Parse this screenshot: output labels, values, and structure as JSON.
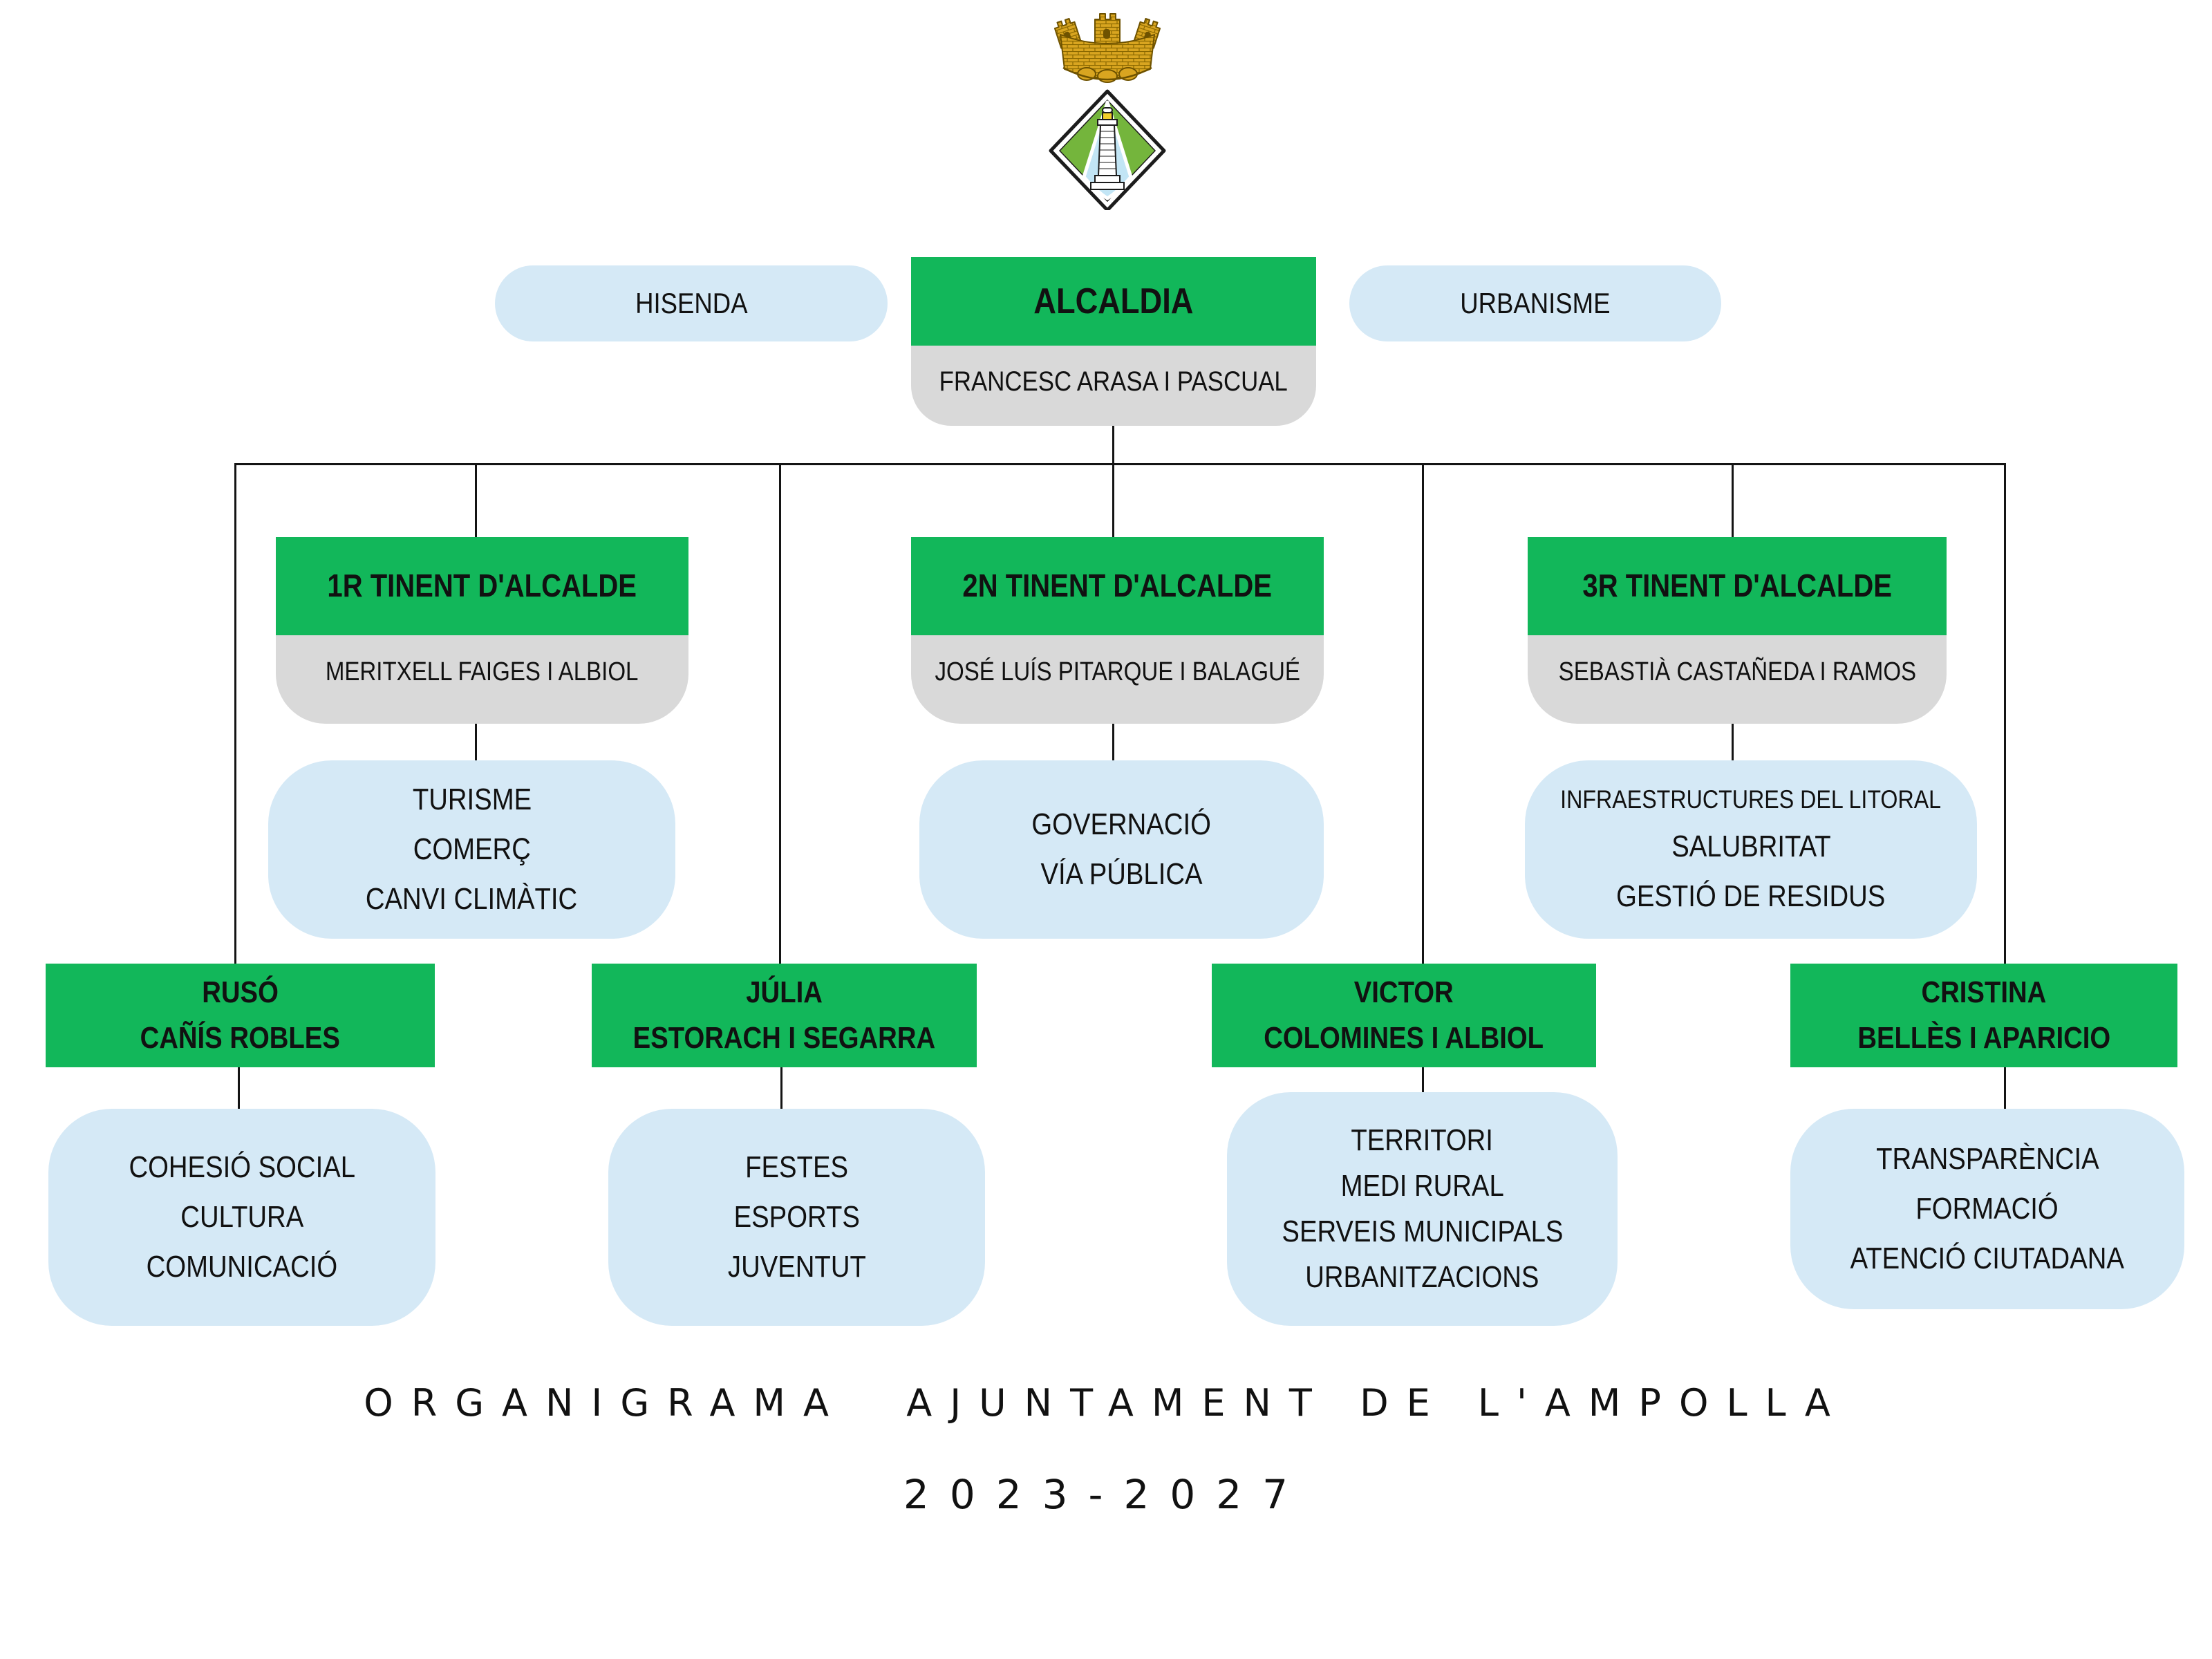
{
  "palette": {
    "node_green": "#12b75a",
    "pale_blue": "#d5e9f6",
    "gray": "#d9d9d9",
    "line": "#141414",
    "text": "#111111",
    "crest_gold": "#d9a520",
    "crest_green": "#74b53c",
    "crest_blue": "#c2e5f5"
  },
  "top": {
    "left_pill": "HISENDA",
    "alcaldia": {
      "title": "ALCALDIA",
      "name": "FRANCESC ARASA I PASCUAL"
    },
    "right_pill": "URBANISME"
  },
  "tinents": [
    {
      "title": "1R TINENT D'ALCALDE",
      "name": "MERITXELL FAIGES I ALBIOL",
      "areas": [
        "TURISME",
        "COMERÇ",
        "CANVI CLIMÀTIC"
      ]
    },
    {
      "title": "2N TINENT D'ALCALDE",
      "name": "JOSÉ LUÍS PITARQUE I BALAGUÉ",
      "areas": [
        "GOVERNACIÓ",
        "VÍA PÚBLICA"
      ]
    },
    {
      "title": "3R TINENT D'ALCALDE",
      "name": "SEBASTIÀ CASTAÑEDA I RAMOS",
      "areas": [
        "INFRAESTRUCTURES DEL LITORAL",
        "SALUBRITAT",
        "GESTIÓ DE RESIDUS"
      ]
    }
  ],
  "regidors": [
    {
      "name_lines": [
        "RUSÓ",
        "CAÑÍS ROBLES"
      ],
      "areas": [
        "COHESIÓ SOCIAL",
        "CULTURA",
        "COMUNICACIÓ"
      ]
    },
    {
      "name_lines": [
        "JÚLIA",
        "ESTORACH I SEGARRA"
      ],
      "areas": [
        "FESTES",
        "ESPORTS",
        "JUVENTUT"
      ]
    },
    {
      "name_lines": [
        "VICTOR",
        "COLOMINES I ALBIOL"
      ],
      "areas": [
        "TERRITORI",
        "MEDI RURAL",
        "SERVEIS MUNICIPALS",
        "URBANITZACIONS"
      ]
    },
    {
      "name_lines": [
        "CRISTINA",
        "BELLÈS I APARICIO"
      ],
      "areas": [
        "TRANSPARÈNCIA",
        "FORMACIÓ",
        "ATENCIÓ CIUTADANA"
      ]
    }
  ],
  "footer": {
    "title": "ORGANIGRAMA  AJUNTAMENT DE L'AMPOLLA",
    "period": "2023-2027"
  }
}
